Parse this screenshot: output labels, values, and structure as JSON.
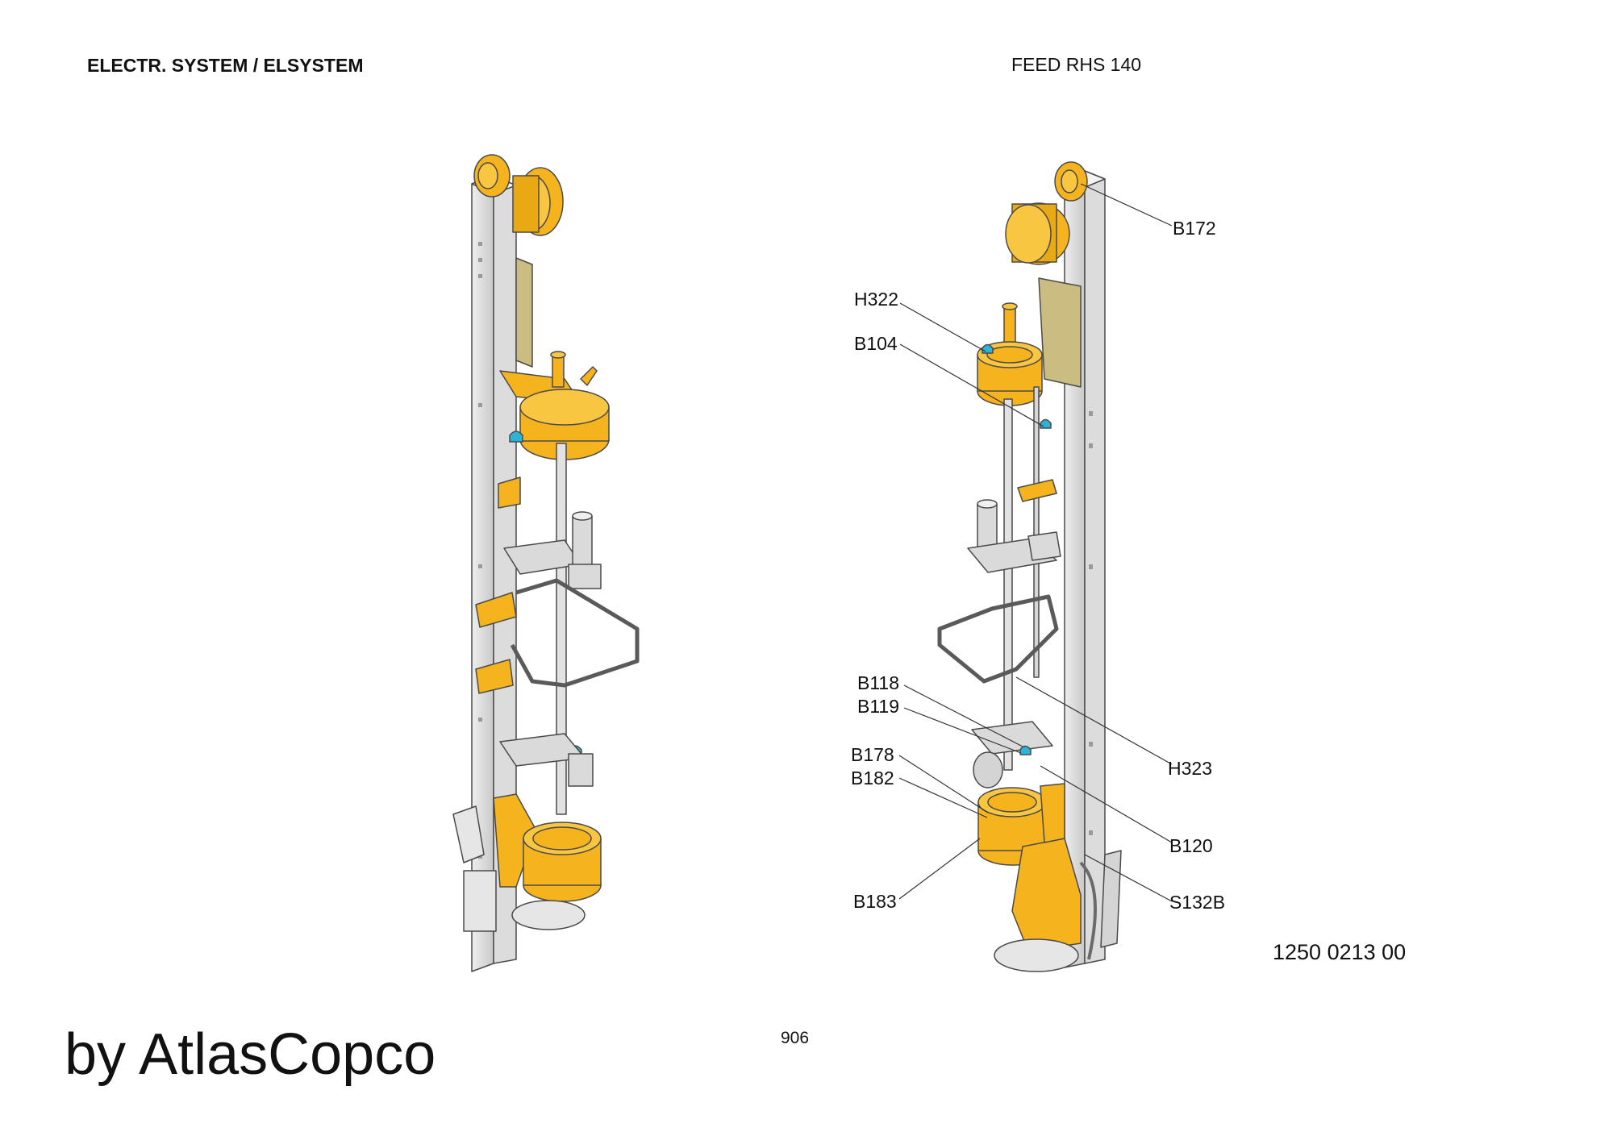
{
  "header": {
    "section_title": "ELECTR. SYSTEM / ELSYSTEM",
    "assembly_title": "FEED RHS 140"
  },
  "callouts": [
    {
      "id": "B172",
      "label": "B172"
    },
    {
      "id": "H322",
      "label": "H322"
    },
    {
      "id": "B104",
      "label": "B104"
    },
    {
      "id": "B118",
      "label": "B118"
    },
    {
      "id": "B119",
      "label": "B119"
    },
    {
      "id": "H323",
      "label": "H323"
    },
    {
      "id": "B178",
      "label": "B178"
    },
    {
      "id": "B182",
      "label": "B182"
    },
    {
      "id": "B120",
      "label": "B120"
    },
    {
      "id": "S132B",
      "label": "S132B"
    },
    {
      "id": "B183",
      "label": "B183"
    }
  ],
  "drawing_number": "1250 0213 00",
  "page_number": "906",
  "watermark": "by AtlasCopco",
  "colors": {
    "component_yellow": "#f5b41e",
    "sensor_cyan": "#2bb4d8",
    "frame_grey": "#d2d2d2",
    "board_tan": "#cbbd82",
    "line": "#4a4a4a"
  }
}
